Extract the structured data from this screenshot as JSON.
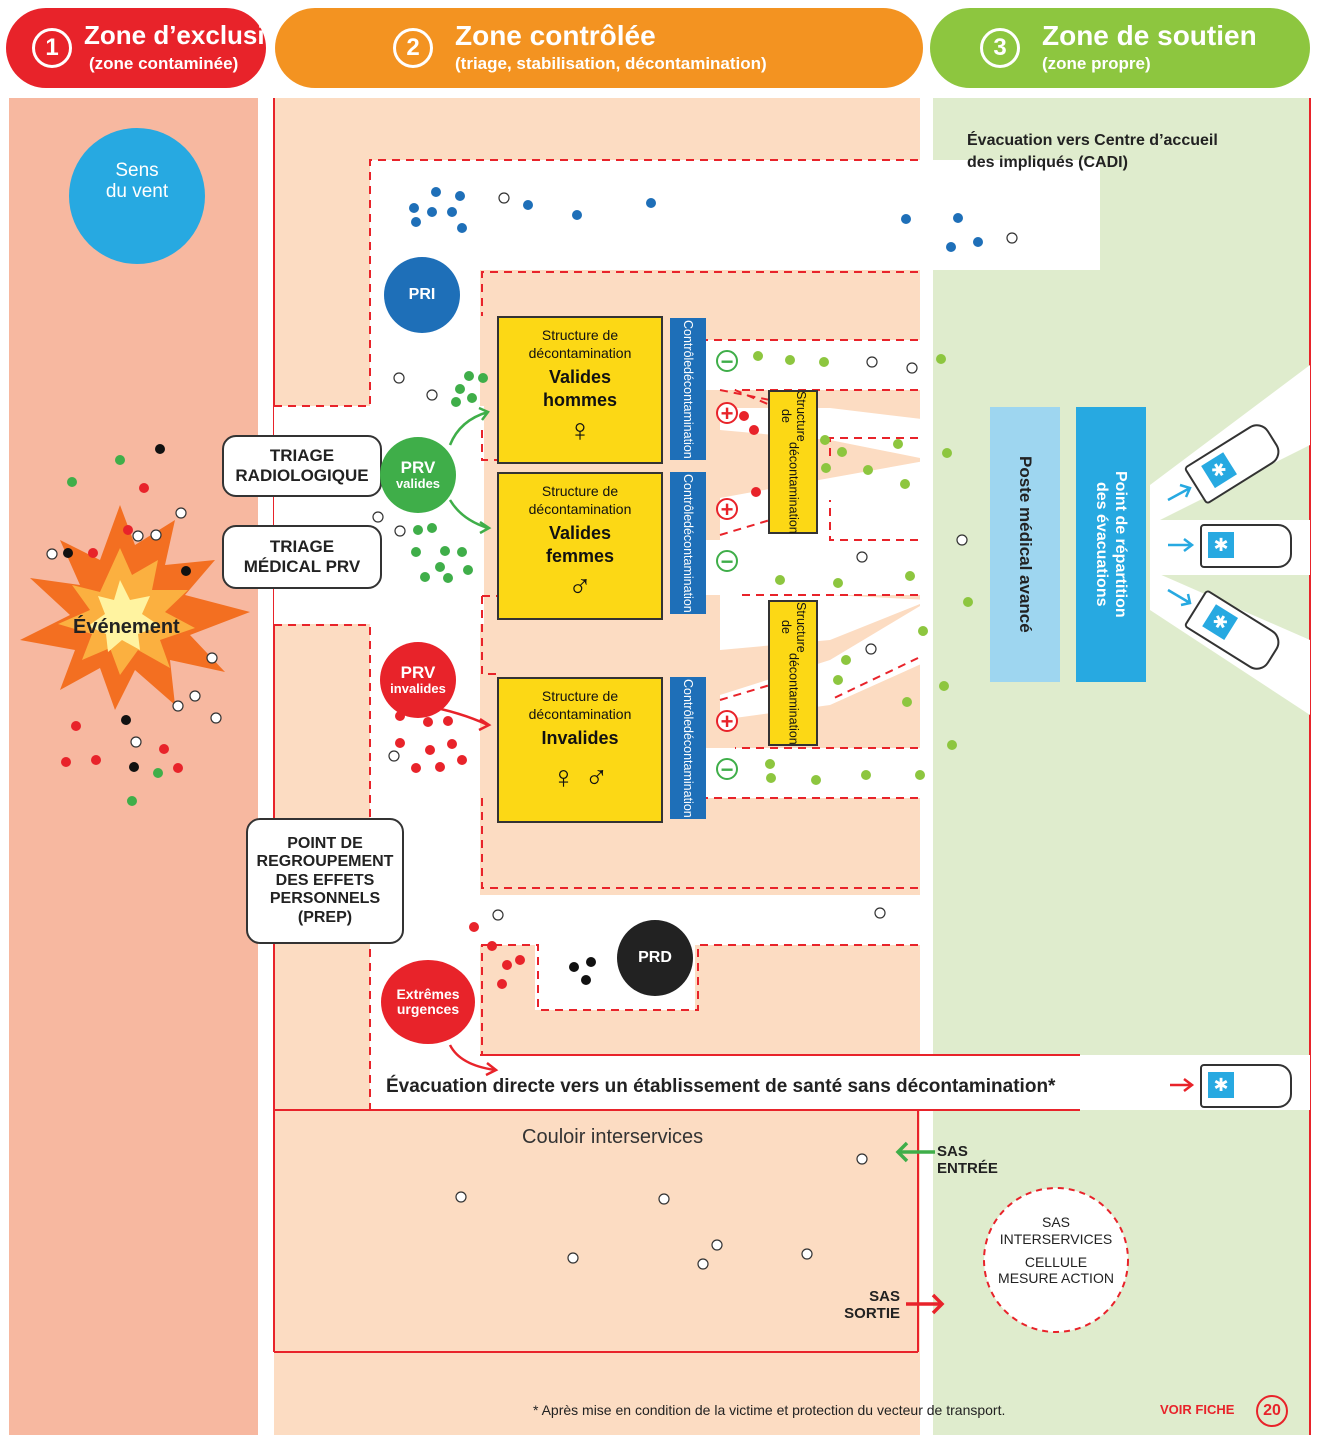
{
  "zones": [
    {
      "number": "1",
      "title": "Zone d’exclusion",
      "subtitle": "(zone contaminée)"
    },
    {
      "number": "2",
      "title": "Zone contrôlée",
      "subtitle": "(triage, stabilisation, décontamination)"
    },
    {
      "number": "3",
      "title": "Zone de soutien",
      "subtitle": "(zone propre)"
    }
  ],
  "wind": {
    "line1": "Sens",
    "line2": "du vent"
  },
  "event_label": "Événement",
  "triage_radiologique": {
    "line1": "TRIAGE",
    "line2": "RADIOLOGIQUE"
  },
  "triage_medical": {
    "line1": "TRIAGE",
    "line2": "MÉDICAL PRV"
  },
  "prep": {
    "line1": "POINT DE",
    "line2": "REGROUPEMENT",
    "line3": "DES EFFETS",
    "line4": "PERSONNELS",
    "line5": "(PREP)"
  },
  "pri": "PRI",
  "prv_valides": {
    "line1": "PRV",
    "line2": "valides"
  },
  "prv_invalides": {
    "line1": "PRV",
    "line2": "invalides"
  },
  "extremes": {
    "line1": "Extrêmes",
    "line2": "urgences"
  },
  "prd": "PRD",
  "structure_label": {
    "line1": "Structure de",
    "line2": "décontamination"
  },
  "structures": [
    {
      "line1": "Valides",
      "line2": "hommes",
      "symbol": "♀"
    },
    {
      "line1": "Valides",
      "line2": "femmes",
      "symbol": "♂"
    },
    {
      "line1": "Invalides",
      "line2": "",
      "symbol": "♀ ♂"
    }
  ],
  "controle": {
    "line1": "Contrôle",
    "line2": "décontamination"
  },
  "signs": {
    "minus": "−",
    "plus": "+"
  },
  "cadi": {
    "line1": "Évacuation vers Centre d’accueil",
    "line2": "des impliqués (CADI)"
  },
  "poste_medical": "Poste médical avancé",
  "point_repartition": {
    "line1": "Point de répartition",
    "line2": "des évacuations"
  },
  "ambulance_symbol": "✱",
  "evacuation_directe": "Évacuation directe vers un établissement de santé sans décontamination*",
  "couloir": "Couloir interservices",
  "sas_entree": {
    "line1": "SAS",
    "line2": "ENTRÉE"
  },
  "sas_sortie": {
    "line1": "SAS",
    "line2": "SORTIE"
  },
  "sas_interservices": {
    "line1": "SAS",
    "line2": "INTERSERVICES",
    "line3": "CELLULE",
    "line4": "MESURE ACTION"
  },
  "footnote": "* Après mise en condition de la victime et protection du vecteur de transport.",
  "voir_fiche": "VOIR FICHE",
  "fiche_number": "20",
  "colors": {
    "red": "#e8232a",
    "orange": "#f39321",
    "green": "#8dc63f",
    "salmon": "#f7b8a0",
    "peach": "#fcdcc2",
    "lightgreen": "#dfeccd",
    "blue": "#1e6fb8",
    "cyan": "#27a9e1",
    "lightblue": "#9ed6f0",
    "yellow": "#fcd815"
  }
}
